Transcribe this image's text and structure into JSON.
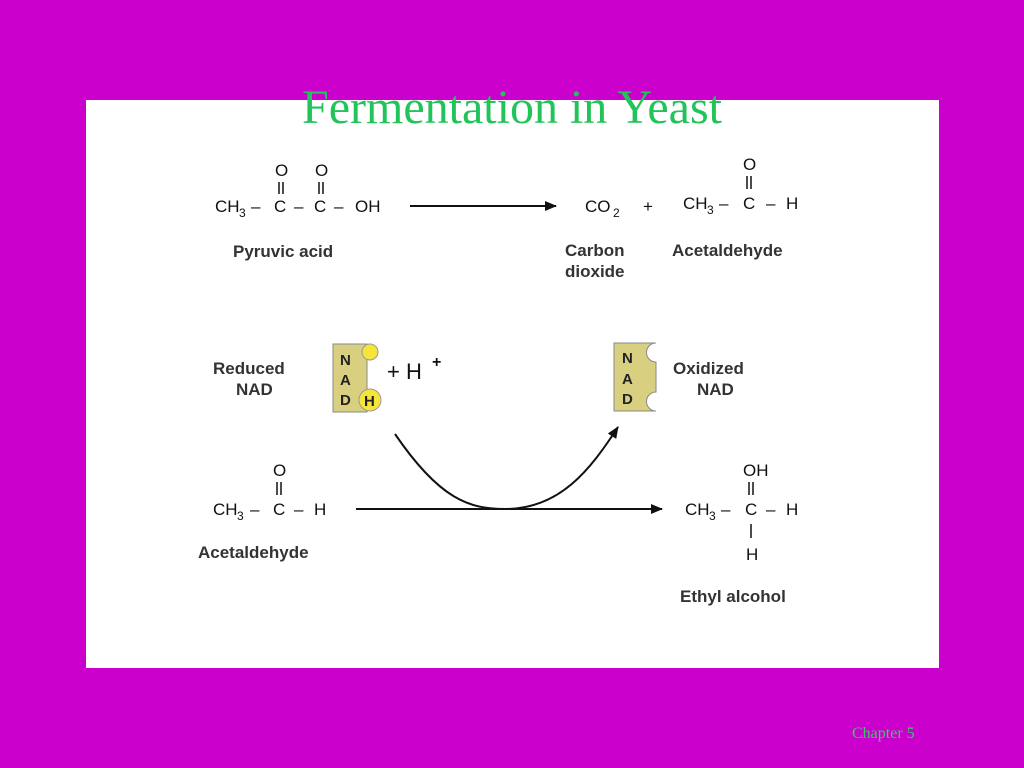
{
  "title": "Fermentation in Yeast",
  "footer": "Chapter 5",
  "colors": {
    "background": "#cc00cc",
    "panel": "#ffffff",
    "title": "#22c45a",
    "nad_fill": "#d8d080",
    "hydrogen_fill": "#f5e43a"
  },
  "atoms": {
    "O": "O",
    "OH": "OH",
    "C": "C",
    "H": "H",
    "CH": "CH",
    "sub3": "3",
    "sub2": "2",
    "CO": "CO",
    "dash": "–",
    "plus": "+",
    "dbl": "‖",
    "single": "I"
  },
  "labels": {
    "pyruvic_acid": "Pyruvic acid",
    "carbon": "Carbon",
    "dioxide": "dioxide",
    "acetaldehyde_top": "Acetaldehyde",
    "reduced": "Reduced",
    "nad_left": "NAD",
    "oxidized": "Oxidized",
    "nad_right": "NAD",
    "acetaldehyde_bottom": "Acetaldehyde",
    "ethyl_alcohol": "Ethyl alcohol",
    "plus_h": "+ H",
    "plus_sup": "+"
  },
  "nad_letters": [
    "N",
    "A",
    "D"
  ]
}
